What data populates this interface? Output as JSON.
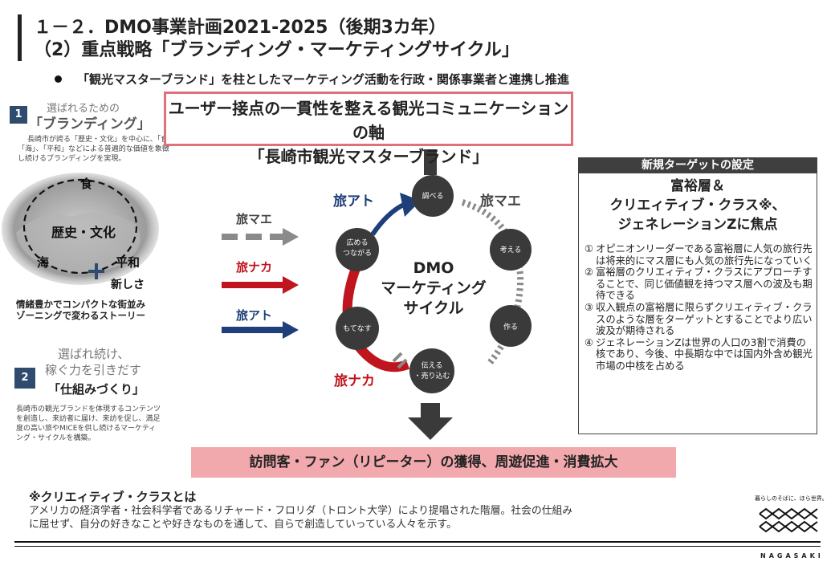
{
  "header": {
    "title_line1": "１－２．DMO事業計画2021-2025（後期3カ年）",
    "title_line2": "（2）重点戦略「ブランディング・マーケティングサイクル」"
  },
  "bullet": "「観光マスターブランド」を柱としたマーケティング活動を行政・関係事業者と連携し推進",
  "axis_box": {
    "line1": "ユーザー接点の一貫性を整える観光コミュニケーションの軸",
    "line2": "「長崎市観光マスターブランド」"
  },
  "left": {
    "section1": {
      "number": "1",
      "subtitle": "選ばれるための",
      "title": "「ブランディング」",
      "desc_line1": "長崎市が誇る「歴史・文化」を中心に、「食」、",
      "desc_line2": "「海」、「平和」などによる普遍的な価値を象徴",
      "desc_line3": "し続けるブランディングを実現。"
    },
    "map_labels": {
      "food": "食",
      "history": "歴史・文化",
      "sea": "海",
      "peace": "平和",
      "new": "新しさ"
    },
    "story_line1": "情緒豊かでコンパクトな街並み",
    "story_line2": "ゾーニングで変わるストーリー",
    "section2": {
      "number": "2",
      "subtitle_line1": "選ばれ続け、",
      "subtitle_line2": "稼ぐ力を引きだす",
      "title": "「仕組みづくり」",
      "desc_line1": "長崎市の観光ブランドを体現するコンテンツ",
      "desc_line2": "を創造し、来訪者に届け、来訪を促し、満足",
      "desc_line3": "度の高い旅やMICEを供し続けるマーケティ",
      "desc_line4": "ング・サイクルを構築。"
    }
  },
  "arrows": {
    "before": "旅マエ",
    "during": "旅ナカ",
    "after": "旅アト"
  },
  "cycle": {
    "center_line1": "DMO",
    "center_line2": "マーケティング",
    "center_line3": "サイクル",
    "nodes": {
      "research": "調べる",
      "think": "考える",
      "make": "作る",
      "deliver_line1": "伝える",
      "deliver_line2": "・売り込む",
      "hospitality": "もてなす",
      "spread_line1": "広める",
      "spread_line2": "つながる"
    },
    "label_after": "旅アト",
    "label_before": "旅マエ",
    "label_during": "旅ナカ"
  },
  "target": {
    "header": "新規ターゲットの設定",
    "title_line1": "富裕層＆",
    "title_line2": "クリエィティブ・クラス※、",
    "title_line3": "ジェネレーションZに焦点",
    "items": [
      {
        "num": "①",
        "text": "オピニオンリーダーである富裕層に人気の旅行先は将来的にマス層にも人気の旅行先になっていく"
      },
      {
        "num": "②",
        "text": "富裕層のクリエィティブ・クラスにアプローチすることで、同じ価値観を持つマス層への波及も期待できる"
      },
      {
        "num": "③",
        "text": "収入観点の富裕層に限らずクリエィティブ・クラスのような層をターゲットとすることでより広い波及が期待される"
      },
      {
        "num": "④",
        "text": "ジェネレーションZは世界の人口の3割で消費の核であり、今後、中長期な中では国内外含め観光市場の中核を占める"
      }
    ]
  },
  "goal": "訪問客・ファン（リピーター）の獲得、周遊促進・消費拡大",
  "note": {
    "title": "※クリエィティブ・クラスとは",
    "line1": "アメリカの経済学者・社会科学者であるリチャード・フロリダ（トロント大学）により提唱された階層。社会の仕組み",
    "line2": "に屈せず、自分の好きなことや好きなものを通して、自らで創造していっている人々を示す。"
  },
  "logo": {
    "tagline": "暮らしのそばに、ほら世界。",
    "name": "NAGASAKI"
  },
  "colors": {
    "red": "#c0141e",
    "navy": "#1f3f7a",
    "grey": "#8a8a8a",
    "pink": "#f2a9ad",
    "box_border": "#e0707a",
    "node": "#3a3a3a"
  }
}
